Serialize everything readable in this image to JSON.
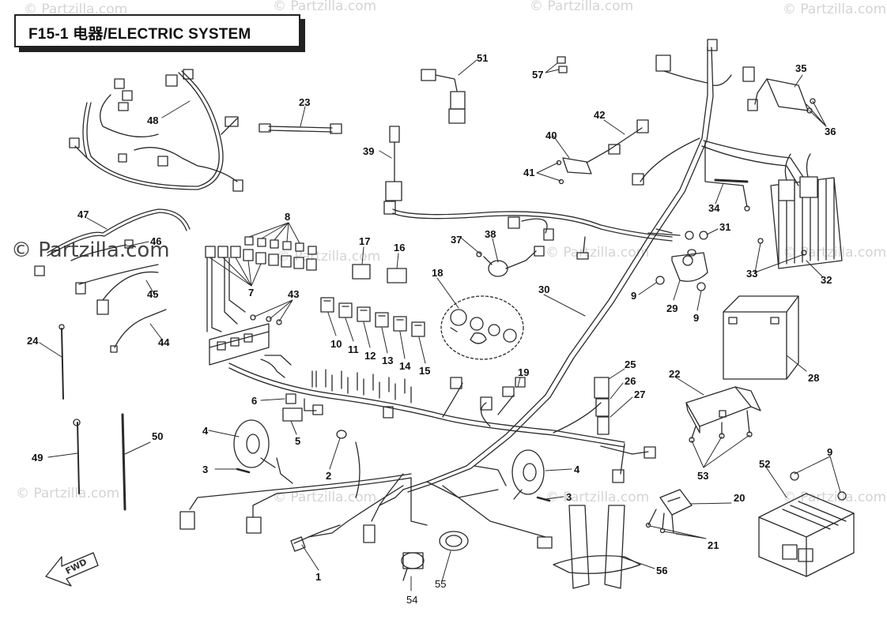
{
  "title": "F15-1 电器/ELECTRIC SYSTEM",
  "watermark": "© Partzilla.com",
  "watermark_main": "© Partzilla.com",
  "front_marker": "FWD",
  "callouts": [
    "1",
    "2",
    "3",
    "3",
    "4",
    "4",
    "5",
    "6",
    "7",
    "8",
    "9",
    "9",
    "9",
    "9",
    "10",
    "11",
    "12",
    "13",
    "14",
    "15",
    "16",
    "17",
    "18",
    "19",
    "20",
    "21",
    "22",
    "23",
    "24",
    "25",
    "26",
    "27",
    "28",
    "29",
    "30",
    "31",
    "32",
    "33",
    "34",
    "35",
    "36",
    "37",
    "38",
    "39",
    "40",
    "41",
    "42",
    "43",
    "44",
    "45",
    "46",
    "47",
    "48",
    "49",
    "50",
    "51",
    "52",
    "53",
    "54",
    "55",
    "56",
    "57"
  ],
  "colors": {
    "line": "#2a2a2a",
    "watermark": "#d4d4d4",
    "background": "#ffffff"
  }
}
